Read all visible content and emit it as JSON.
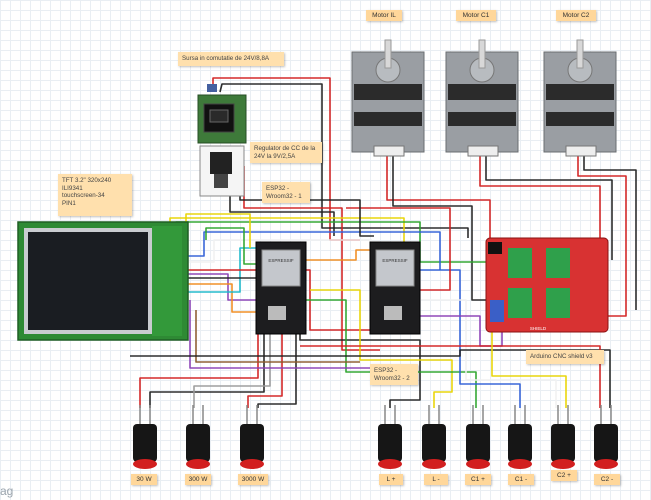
{
  "notes": {
    "power_supply": "Sursa in comutatie de 24V/8,8A",
    "regulator": "Regulator de CC de la\n24V la 9V/2,5A",
    "tft": "TFT 3.2\" 320x240\nILI9341\ntouchscreen-34\nPIN1",
    "esp1": "ESP32 -\nWroom32 - 1",
    "esp2": "ESP32 -\nWroom32 - 2",
    "cnc_shield": "Arduino CNC shield v3"
  },
  "motors": [
    {
      "label": "Motor IL"
    },
    {
      "label": "Motor C1"
    },
    {
      "label": "Motor C2"
    }
  ],
  "buttons": [
    {
      "label": "30 W"
    },
    {
      "label": "300 W"
    },
    {
      "label": "3000 W"
    },
    {
      "label": "L +"
    },
    {
      "label": "L -"
    },
    {
      "label": "C1 +"
    },
    {
      "label": "C1 -"
    },
    {
      "label": "C2 +"
    },
    {
      "label": "C2 -"
    }
  ],
  "board_texts": {
    "esp_chip": "ESPRESSIF",
    "shield_silk": "SHIELD"
  },
  "watermark": "ag",
  "wire_colors": {
    "red": "#d21f1f",
    "black": "#222222",
    "yellow": "#e8d400",
    "green": "#2aa32a",
    "blue": "#2f5fd6",
    "white": "#f0f0f0",
    "purple": "#8a3fb5",
    "orange": "#f08a1c",
    "brown": "#8b5a2b",
    "gray": "#9a9a9a",
    "cyan": "#19b7c9"
  }
}
